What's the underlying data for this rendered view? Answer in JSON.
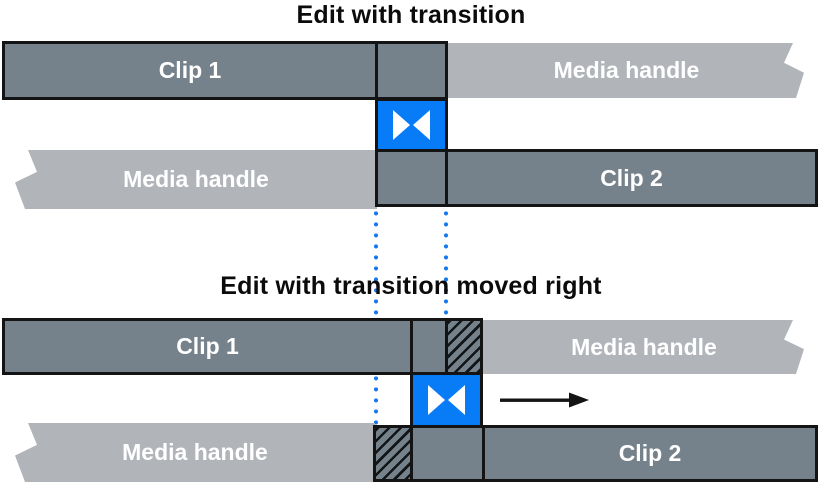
{
  "colors": {
    "background": "#ffffff",
    "clip_fill": "#76828b",
    "media_handle_fill": "#b1b5ba",
    "transition_fill": "#087bf7",
    "border": "#141414",
    "dotted_edit_line": "#1578f0",
    "title_text": "#0b0b0b",
    "bar_label_text": "#ffffff",
    "arrow": "#141414"
  },
  "top_diagram": {
    "title": "Edit with transition",
    "clip1_label": "Clip 1",
    "clip1_media_handle_label": "Media handle",
    "clip2_media_handle_label": "Media handle",
    "clip2_label": "Clip 2",
    "transition_icon": "bowtie-transition-icon"
  },
  "bottom_diagram": {
    "title": "Edit with transition moved right",
    "clip1_label": "Clip 1",
    "clip1_media_handle_label": "Media handle",
    "clip2_media_handle_label": "Media handle",
    "clip2_label": "Clip 2",
    "transition_icon": "bowtie-transition-icon",
    "arrow_direction": "right"
  }
}
